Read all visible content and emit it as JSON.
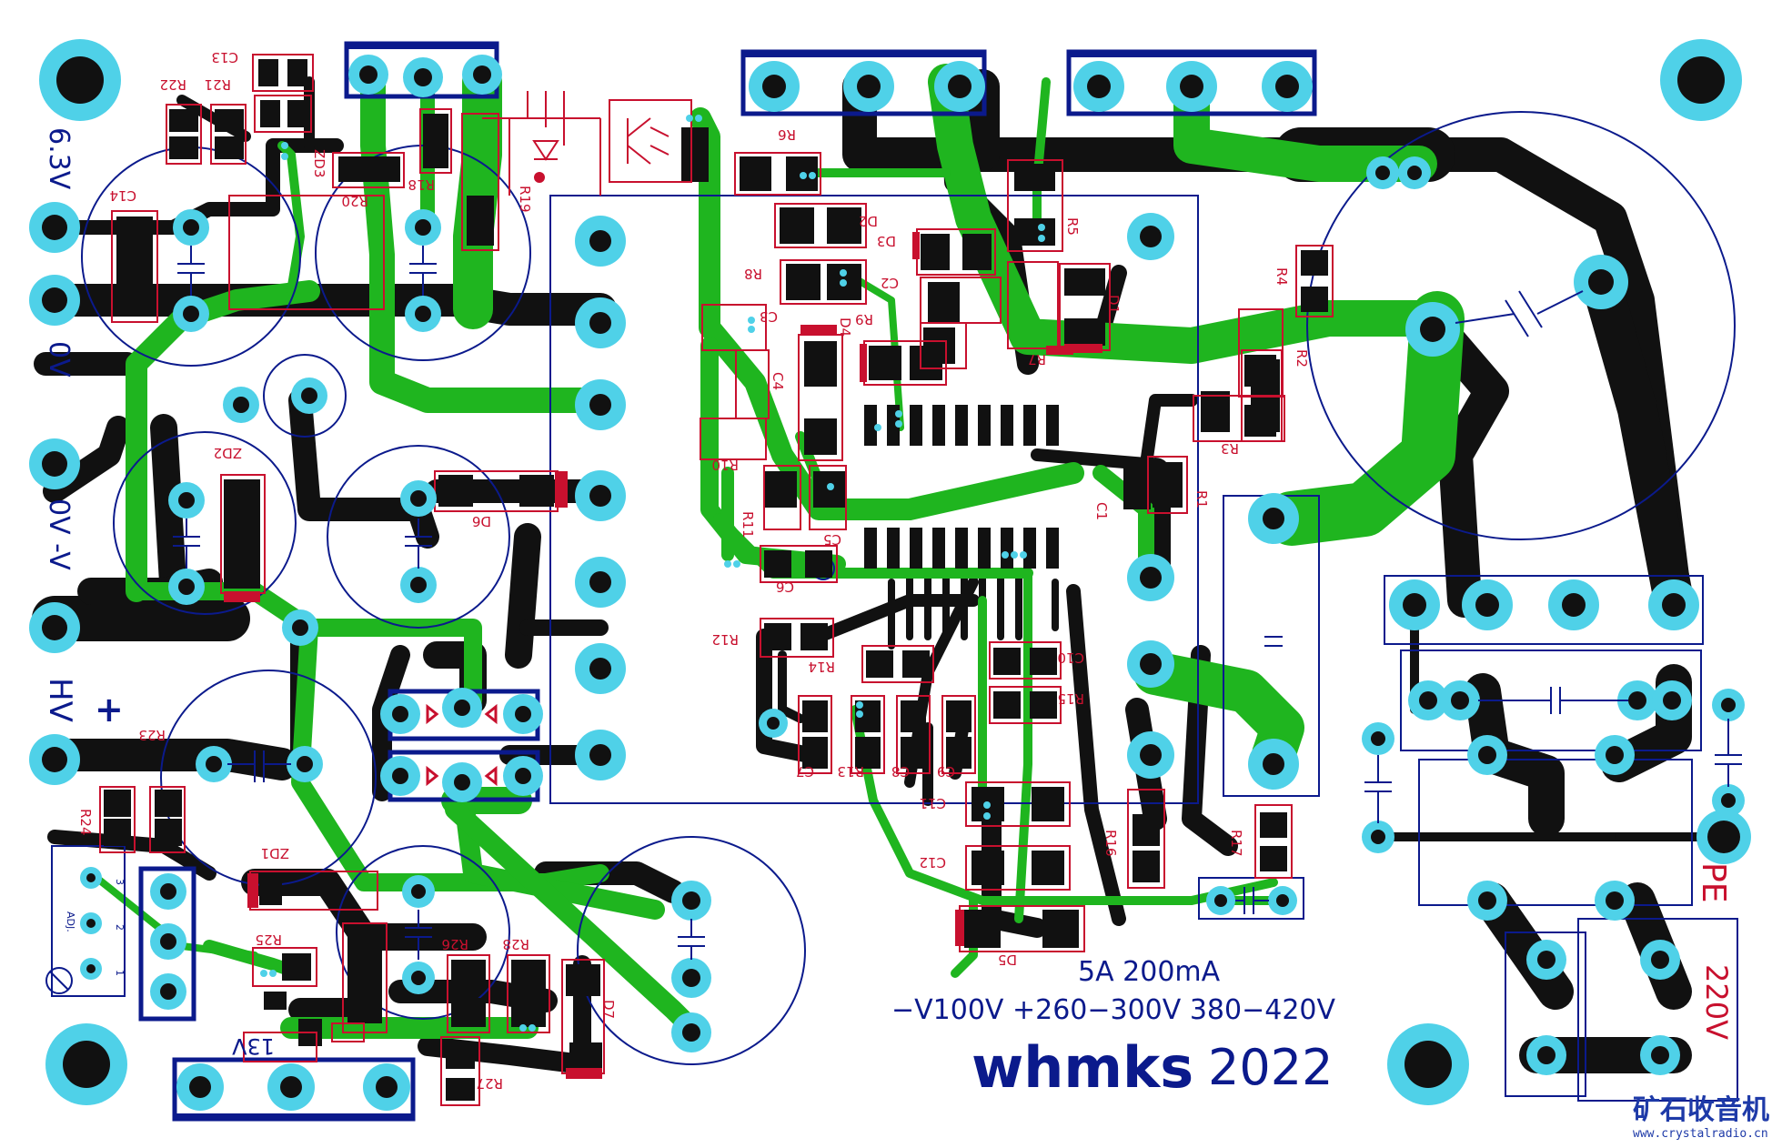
{
  "colors": {
    "copper_bottom": "#111111",
    "copper_top": "#1fb51f",
    "pad": "#4fd1e8",
    "silk": "#c8102e",
    "outline": "#0b1a8c",
    "background": "#ffffff"
  },
  "labels": {
    "v63": "6.3V",
    "v0": "0V",
    "v0_neg": "0V -V",
    "hv": "HV",
    "plus": "+",
    "pe": "PE",
    "v220": "220V",
    "current": "5A  200mA",
    "voltages": "−V100V  +260−300V 380−420V",
    "brand": "whmks",
    "year": "2022",
    "wm_cn": "矿石收音机",
    "wm_url": "www.crystalradio.cn",
    "adj": "ADJ.",
    "v13": "13V",
    "n1": "1",
    "n2": "2",
    "n3": "3"
  },
  "parts": [
    {
      "id": "p-c13",
      "text": "C13"
    },
    {
      "id": "p-r22",
      "text": "R22"
    },
    {
      "id": "p-r21",
      "text": "R21"
    },
    {
      "id": "p-c14",
      "text": "C14"
    },
    {
      "id": "p-zd3",
      "text": "ZD3"
    },
    {
      "id": "p-r20",
      "text": "R20"
    },
    {
      "id": "p-r18",
      "text": "R18"
    },
    {
      "id": "p-r19",
      "text": "R19"
    },
    {
      "id": "p-zd2",
      "text": "ZD2"
    },
    {
      "id": "p-d6",
      "text": "D6"
    },
    {
      "id": "p-r6",
      "text": "R6"
    },
    {
      "id": "p-d2",
      "text": "D2"
    },
    {
      "id": "p-d3",
      "text": "D3"
    },
    {
      "id": "p-r8",
      "text": "R8"
    },
    {
      "id": "p-c2",
      "text": "C2"
    },
    {
      "id": "p-r5",
      "text": "R5"
    },
    {
      "id": "p-d1",
      "text": "D1"
    },
    {
      "id": "p-r7",
      "text": "R7"
    },
    {
      "id": "p-c3",
      "text": "C3"
    },
    {
      "id": "p-d4",
      "text": "D4"
    },
    {
      "id": "p-r9",
      "text": "R9"
    },
    {
      "id": "p-c4",
      "text": "C4"
    },
    {
      "id": "p-r10",
      "text": "R10"
    },
    {
      "id": "p-r11",
      "text": "R11"
    },
    {
      "id": "p-c5",
      "text": "C5"
    },
    {
      "id": "p-c6",
      "text": "C6"
    },
    {
      "id": "p-r12",
      "text": "R12"
    },
    {
      "id": "p-r14",
      "text": "R14"
    },
    {
      "id": "p-c10",
      "text": "C10"
    },
    {
      "id": "p-r15",
      "text": "R15"
    },
    {
      "id": "p-c7",
      "text": "C7"
    },
    {
      "id": "p-r13",
      "text": "R13"
    },
    {
      "id": "p-c8",
      "text": "C8"
    },
    {
      "id": "p-c9",
      "text": "C9"
    },
    {
      "id": "p-c11",
      "text": "C11"
    },
    {
      "id": "p-c12",
      "text": "C12"
    },
    {
      "id": "p-d5",
      "text": "D5"
    },
    {
      "id": "p-r16",
      "text": "R16"
    },
    {
      "id": "p-r17",
      "text": "R17"
    },
    {
      "id": "p-c1",
      "text": "C1"
    },
    {
      "id": "p-r1",
      "text": "R1"
    },
    {
      "id": "p-r2",
      "text": "R2"
    },
    {
      "id": "p-r3",
      "text": "R3"
    },
    {
      "id": "p-r4",
      "text": "R4"
    },
    {
      "id": "p-r23",
      "text": "R23"
    },
    {
      "id": "p-r24",
      "text": "R24"
    },
    {
      "id": "p-zd1",
      "text": "ZD1"
    },
    {
      "id": "p-r25",
      "text": "R25"
    },
    {
      "id": "p-r26",
      "text": "R26"
    },
    {
      "id": "p-r28",
      "text": "R28"
    },
    {
      "id": "p-d7",
      "text": "D7"
    },
    {
      "id": "p-r27",
      "text": "R27"
    }
  ]
}
